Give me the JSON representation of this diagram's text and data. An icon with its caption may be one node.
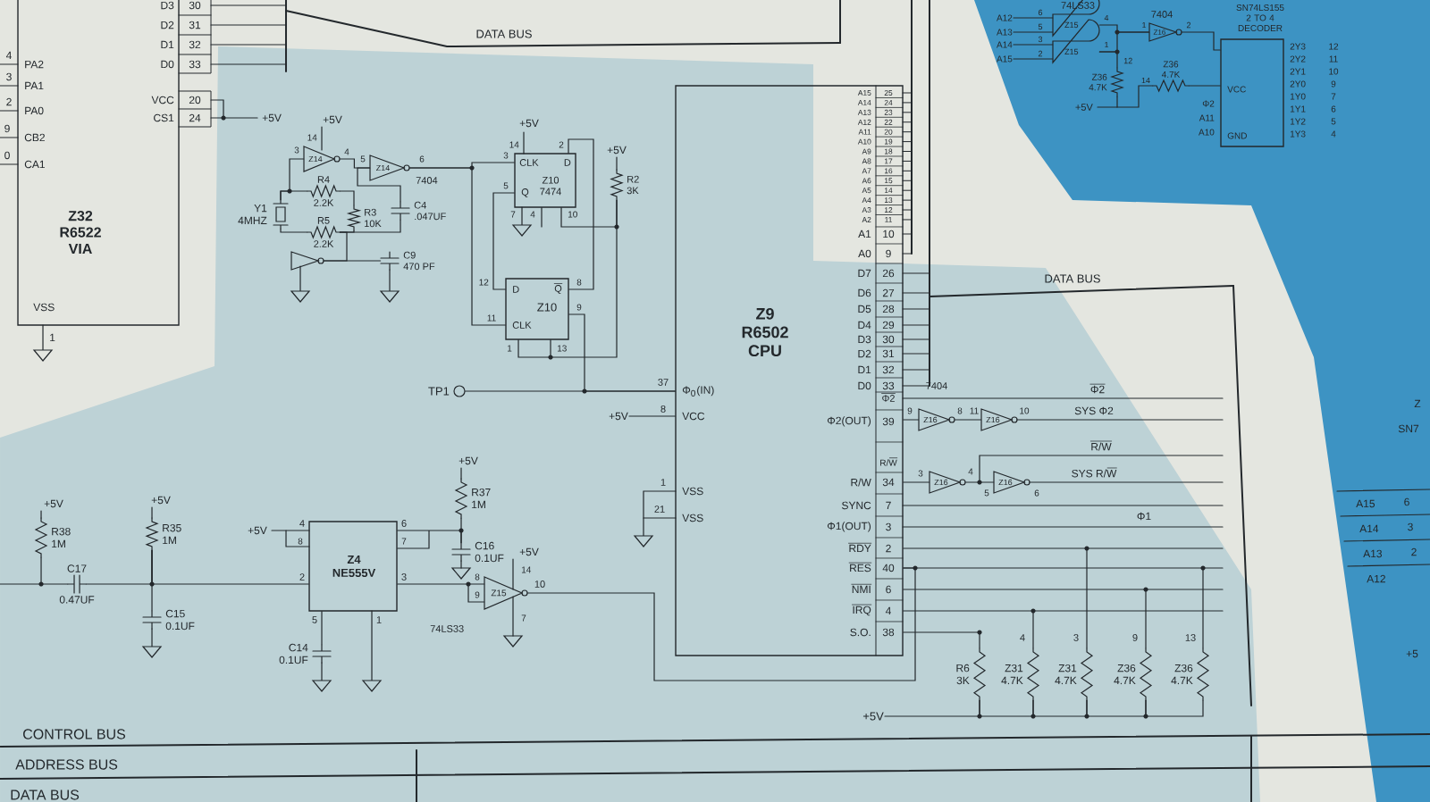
{
  "diagram": {
    "nodes": [
      {
        "text": [
          "Z32",
          "R6522 VIA"
        ]
      },
      {
        "text": [
          "Z9",
          "R6502 CPU"
        ]
      },
      {
        "text": [
          "Z4",
          "NE555V"
        ]
      },
      {
        "text": [
          "Z10",
          "7474"
        ]
      },
      {
        "text": [
          "Z10"
        ]
      },
      {
        "text": [
          "Y1",
          "4MHZ"
        ]
      },
      {
        "text": [
          "Z14"
        ]
      },
      {
        "text": [
          "Z14"
        ],
        "beside": [
          "7404"
        ]
      },
      {
        "text": [
          "R4",
          "2.2K"
        ]
      },
      {
        "text": [
          "R3",
          "10K"
        ]
      },
      {
        "text": [
          "C4",
          ".047UF"
        ]
      },
      {
        "text": [
          "R5",
          "2.2K"
        ]
      },
      {
        "text": [],
        "shape": "triangle"
      },
      {
        "text": [
          "C9",
          "470 PF"
        ]
      },
      {
        "text": [
          "R2",
          "3K"
        ]
      },
      {
        "text": [
          "TP1"
        ]
      },
      {
        "text": [
          "R38",
          "1M"
        ]
      },
      {
        "text": [
          "C17",
          "0.47UF"
        ]
      },
      {
        "text": [
          "R35",
          "1M"
        ]
      },
      {
        "text": [
          "C15",
          "0.1UF"
        ]
      },
      {
        "text": [
          "C14",
          "0.1UF"
        ]
      },
      {
        "text": [
          "R37",
          "1M"
        ]
      },
      {
        "text": [
          "C16",
          "0.1UF"
        ]
      },
      {
        "text": [
          "Z15"
        ],
        "beside": [
          "74LS33"
        ]
      },
      {
        "text": [
          "Z16"
        ],
        "beside": [
          "7404"
        ]
      },
      {
        "text": [
          "Z16"
        ]
      },
      {
        "text": [
          "Z16"
        ]
      },
      {
        "text": [
          "Z16"
        ]
      },
      {
        "text": [
          "R6",
          "3K"
        ]
      },
      {
        "text": [
          "Z31",
          "4.7K"
        ]
      },
      {
        "text": [
          "Z31",
          "4.7K"
        ]
      },
      {
        "text": [
          "Z36",
          "4.7K"
        ]
      },
      {
        "text": [
          "Z36",
          "4.7K"
        ]
      },
      {
        "text": [
          "Z15"
        ]
      },
      {
        "text": [
          "Z15"
        ]
      },
      {
        "text": [
          "Z16"
        ],
        "beside": [
          "7404"
        ]
      },
      {
        "text": [
          "SN74LS155 2 TO 4 DECODER"
        ]
      },
      {
        "text": [
          "Z36",
          "4.7K"
        ]
      },
      {
        "text": [
          "Z36",
          "4.7K"
        ]
      },
      {
        "text": [
          "A12"
        ]
      },
      {
        "text": [
          "A13"
        ]
      },
      {
        "text": [
          "A14"
        ]
      },
      {
        "text": [
          "A15"
        ]
      },
      {
        "text": [
          "+5V"
        ]
      },
      {
        "text": [
          "+5V"
        ]
      }
    ],
    "edges": [
      {
        "from": 6,
        "to": 7,
        "arrow": "none"
      },
      {
        "from": 7,
        "to": 3,
        "arrow": "none"
      },
      {
        "from": 5,
        "to": 8,
        "arrow": "none"
      },
      {
        "from": 8,
        "to": 9,
        "arrow": "none"
      },
      {
        "from": 5,
        "to": 11,
        "arrow": "none"
      },
      {
        "from": 11,
        "to": 12,
        "arrow": "none"
      },
      {
        "from": 10,
        "to": 7,
        "arrow": "none"
      },
      {
        "from": 13,
        "to": 12,
        "arrow": "none"
      },
      {
        "from": 3,
        "to": 4,
        "arrow": "none"
      },
      {
        "from": 4,
        "to": 3,
        "arrow": "none"
      },
      {
        "from": 14,
        "to": 3,
        "arrow": "none"
      },
      {
        "from": 4,
        "to": 1,
        "arrow": "none"
      },
      {
        "from": 15,
        "to": 1,
        "arrow": "none"
      },
      {
        "from": 7,
        "to": 4,
        "arrow": "none"
      },
      {
        "from": 14,
        "to": 4,
        "arrow": "none"
      },
      {
        "from": 16,
        "to": 17,
        "arrow": "none"
      },
      {
        "from": 17,
        "to": 18,
        "arrow": "none"
      },
      {
        "from": 18,
        "to": 19,
        "arrow": "none"
      },
      {
        "from": 18,
        "to": 2,
        "arrow": "none"
      },
      {
        "from": 2,
        "to": 20,
        "arrow": "none"
      },
      {
        "from": 2,
        "to": 22,
        "arrow": "none"
      },
      {
        "from": 21,
        "to": 22,
        "arrow": "none"
      },
      {
        "from": 2,
        "to": 23,
        "arrow": "none"
      },
      {
        "from": 23,
        "to": 1,
        "arrow": "none"
      },
      {
        "from": 1,
        "to": 24,
        "arrow": "none"
      },
      {
        "from": 24,
        "to": 25,
        "arrow": "none"
      },
      {
        "from": 1,
        "to": 26,
        "arrow": "none"
      },
      {
        "from": 26,
        "to": 27,
        "arrow": "none"
      },
      {
        "from": 1,
        "to": 28,
        "arrow": "none"
      },
      {
        "from": 1,
        "to": 29,
        "arrow": "none"
      },
      {
        "from": 1,
        "to": 30,
        "arrow": "none"
      },
      {
        "from": 1,
        "to": 31,
        "arrow": "none"
      },
      {
        "from": 1,
        "to": 32,
        "arrow": "none"
      },
      {
        "from": 33,
        "to": 35,
        "arrow": "none"
      },
      {
        "from": 34,
        "to": 35,
        "arrow": "none"
      },
      {
        "from": 35,
        "to": 36,
        "arrow": "none"
      },
      {
        "from": 34,
        "to": 37,
        "arrow": "none"
      },
      {
        "from": 38,
        "to": 36,
        "arrow": "none"
      },
      {
        "from": 37,
        "to": 38,
        "arrow": "none"
      },
      {
        "from": 39,
        "to": 33,
        "arrow": "none"
      },
      {
        "from": 40,
        "to": 33,
        "arrow": "none"
      },
      {
        "from": 41,
        "to": 34,
        "arrow": "none"
      },
      {
        "from": 42,
        "to": 34,
        "arrow": "none"
      },
      {
        "from": 43,
        "to": 1,
        "arrow": "none"
      },
      {
        "from": 44,
        "to": 28,
        "arrow": "none"
      },
      {
        "from": 28,
        "to": 29,
        "arrow": "none"
      },
      {
        "from": 29,
        "to": 30,
        "arrow": "none"
      },
      {
        "from": 30,
        "to": 31,
        "arrow": "none"
      },
      {
        "from": 31,
        "to": 32,
        "arrow": "none"
      },
      {
        "from": 5,
        "to": 6,
        "arrow": "none"
      },
      {
        "from": 10,
        "to": 11,
        "arrow": "none"
      },
      {
        "from": 9,
        "to": 11,
        "arrow": "none"
      }
    ],
    "labels": [
      "D3",
      "30",
      "D2",
      "31",
      "D1",
      "32",
      "D0",
      "33",
      "4",
      "PA2",
      "3",
      "PA1",
      "2",
      "PA0",
      "9",
      "CB2",
      "0",
      "CA1",
      "VCC",
      "20",
      "CS1",
      "24",
      "+5V",
      "VSS",
      "1",
      "DATA BUS",
      "+5V",
      "14",
      "3",
      "4",
      "5",
      "6",
      "+5V",
      "14",
      "2",
      "3",
      "CLK",
      "D",
      "5",
      "Q",
      "7",
      "4",
      "10",
      "+5V",
      "12",
      "D",
      "Q",
      "8",
      "11",
      "CLK",
      "9",
      "1",
      "13",
      "37",
      "Φ$_{0}$(IN)",
      "8",
      "VCC",
      "1",
      "VSS",
      "21",
      "VSS",
      "A15",
      "25",
      "A14",
      "24",
      "A13",
      "23",
      "A12",
      "22",
      "A11",
      "20",
      "A10",
      "19",
      "A9",
      "18",
      "A8",
      "17",
      "A7",
      "16",
      "A6",
      "15",
      "A5",
      "14",
      "A4",
      "13",
      "A3",
      "12",
      "A2",
      "11",
      "A1",
      "10",
      "A0",
      "9",
      "D7",
      "26",
      "D6",
      "27",
      "D5",
      "28",
      "D4",
      "29",
      "D3",
      "30",
      "D2",
      "31",
      "D1",
      "32",
      "D0",
      "33",
      "Φ2",
      "Φ2(OUT)",
      "39",
      "R/W",
      "R/W",
      "34",
      "SYNC",
      "7",
      "Φ1(OUT)",
      "3",
      "RDY",
      "2",
      "RES",
      "40",
      "NMI",
      "6",
      "IRQ",
      "4",
      "S.O.",
      "38",
      "9",
      "8",
      "11",
      "10",
      "Φ2",
      "SYS Φ2",
      "3",
      "4",
      "5",
      "6",
      "R/W",
      "SYS R/W",
      "Φ1",
      "DATA BUS",
      "4",
      "3",
      "9",
      "13",
      "CONTROL BUS",
      "ADDRESS BUS",
      "DATA BUS",
      "+5V",
      "+5V",
      "+5V",
      "4",
      "8",
      "2",
      "6",
      "7",
      "3",
      "5",
      "1",
      "+5V",
      "+5V",
      "8",
      "9",
      "14",
      "7",
      "10",
      "6",
      "5",
      "3",
      "2",
      "4",
      "1",
      "1",
      "2",
      "12",
      "+5V",
      "14",
      "Φ2",
      "A11",
      "A10",
      "VCC",
      "GND",
      "2Y3",
      "12",
      "2Y2",
      "11",
      "2Y1",
      "10",
      "2Y0",
      "9",
      "1Y0",
      "7",
      "1Y1",
      "6",
      "1Y2",
      "5",
      "1Y3",
      "4",
      "Z",
      "SN7",
      "A15",
      "6",
      "A14",
      "3",
      "A13",
      "2",
      "A12",
      "+5",
      "74LS33"
    ]
  }
}
